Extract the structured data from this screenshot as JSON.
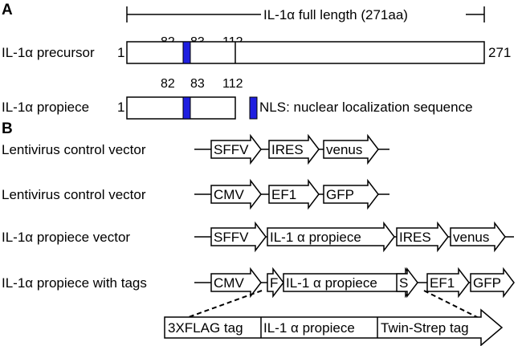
{
  "panel_a": {
    "label": "A",
    "full_length_label": "IL-1α full length (271aa)",
    "precursor": {
      "name": "IL-1α precursor",
      "start": "1",
      "end": "271",
      "ticks": [
        "82",
        "83",
        "112"
      ]
    },
    "propiece": {
      "name": "IL-1α propiece",
      "start": "1",
      "ticks": [
        "82",
        "83",
        "112"
      ]
    },
    "nls_legend": "NLS: nuclear localization sequence",
    "nls_color": "#1f1fe0"
  },
  "panel_b": {
    "label": "B",
    "rows": [
      {
        "name": "Lentivirus control vector",
        "elements": [
          "SFFV",
          "IRES",
          "venus"
        ]
      },
      {
        "name": "Lentivirus control vector",
        "elements": [
          "CMV",
          "EF1",
          "GFP"
        ]
      },
      {
        "name": "IL-1α propiece vector",
        "elements": [
          "SFFV",
          "IL-1 α propiece",
          "IRES",
          "venus"
        ]
      },
      {
        "name": "IL-1α propiece with tags",
        "elements": [
          "CMV",
          "F",
          "IL-1 α propiece",
          "S",
          "EF1",
          "GFP"
        ]
      }
    ],
    "zoom": [
      "3XFLAG tag",
      "IL-1 α propiece",
      "Twin-Strep tag"
    ]
  }
}
